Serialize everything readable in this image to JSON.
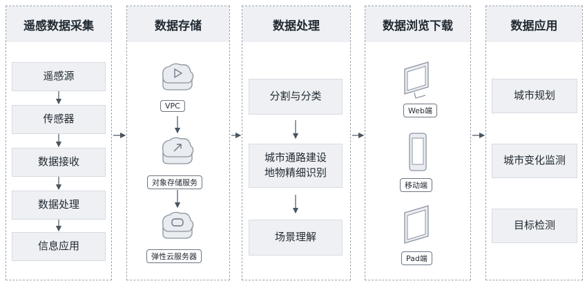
{
  "columns": [
    {
      "title": "遥感数据采集",
      "items": [
        "遥感源",
        "传感器",
        "数据接收",
        "数据处理",
        "信息应用"
      ]
    },
    {
      "title": "数据存储",
      "items": [
        "VPC",
        "对象存储服务",
        "弹性云服务器"
      ]
    },
    {
      "title": "数据处理",
      "items": [
        "分割与分类",
        "城市通路建设\n地物精细识别",
        "场景理解"
      ]
    },
    {
      "title": "数据浏览下载",
      "items": [
        "Web端",
        "移动端",
        "Pad端"
      ]
    },
    {
      "title": "数据应用",
      "items": [
        "城市规划",
        "城市变化监测",
        "目标检测"
      ]
    }
  ],
  "icons": [
    "cloud-vpc-icon",
    "cloud-storage-icon",
    "cloud-server-icon",
    "monitor-icon",
    "mobile-phone-icon",
    "tablet-icon"
  ]
}
